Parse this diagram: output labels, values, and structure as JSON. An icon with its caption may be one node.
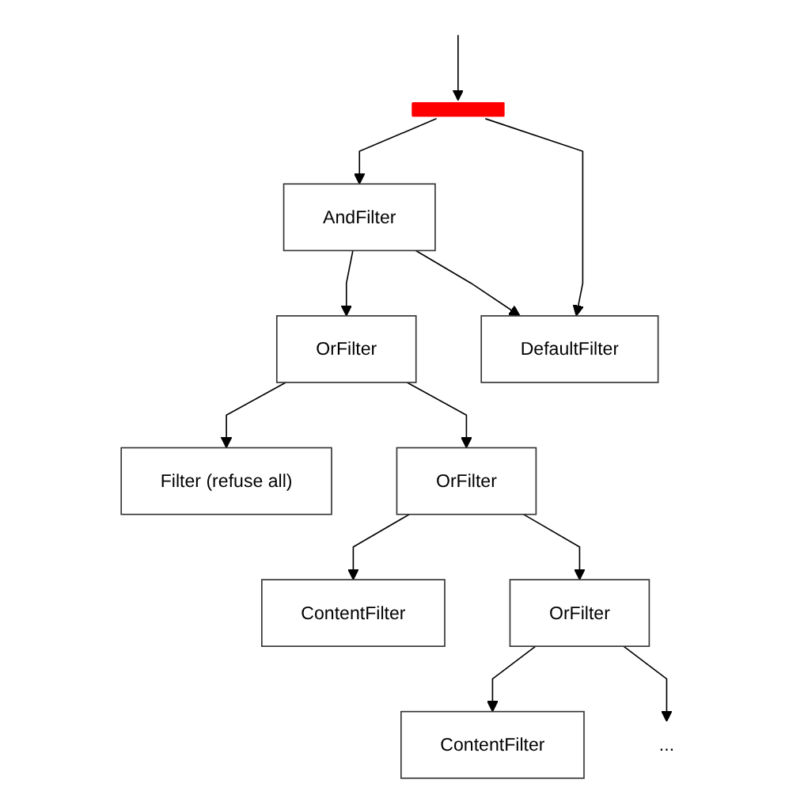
{
  "diagram": {
    "nodes": [
      {
        "text": [],
        "shape": "bar"
      },
      {
        "text": [
          "AndFilter"
        ]
      },
      {
        "text": [
          "OrFilter"
        ]
      },
      {
        "text": [
          "Filter (refuse all)"
        ]
      },
      {
        "text": [
          "OrFilter"
        ]
      },
      {
        "text": [
          "ContentFilter"
        ]
      },
      {
        "text": [
          "OrFilter"
        ]
      },
      {
        "text": [
          "ContentFilter"
        ]
      },
      {
        "text": [
          "..."
        ]
      },
      {
        "text": [
          "DefaultFilter"
        ]
      }
    ],
    "edges": [
      {
        "from": null,
        "to": 0,
        "arrow": "to"
      },
      {
        "from": 0,
        "to": 1,
        "arrow": "to"
      },
      {
        "from": 0,
        "to": 9,
        "arrow": "to"
      },
      {
        "from": 1,
        "to": 2,
        "arrow": "to"
      },
      {
        "from": 1,
        "to": 9,
        "arrow": "to"
      },
      {
        "from": 2,
        "to": 3,
        "arrow": "to"
      },
      {
        "from": 2,
        "to": 4,
        "arrow": "to"
      },
      {
        "from": 4,
        "to": 5,
        "arrow": "to"
      },
      {
        "from": 4,
        "to": 6,
        "arrow": "to"
      },
      {
        "from": 6,
        "to": 7,
        "arrow": "to"
      },
      {
        "from": 6,
        "to": 8,
        "arrow": "to"
      }
    ]
  }
}
